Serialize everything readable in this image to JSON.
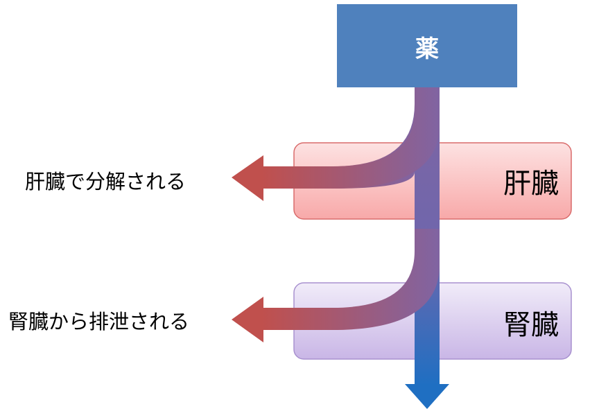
{
  "drug_box": {
    "label": "薬",
    "fill_color": "#4f81bd",
    "text_color": "#ffffff"
  },
  "organs": [
    {
      "label": "肝臓",
      "fill_top": "#fde2e2",
      "fill_bottom": "#f8a9a9",
      "stroke": "#d96b6b"
    },
    {
      "label": "腎臓",
      "fill_top": "#f1ecf9",
      "fill_bottom": "#c9b6e6",
      "stroke": "#a891cf"
    }
  ],
  "outcomes": [
    {
      "label": "肝臓で分解される"
    },
    {
      "label": "腎臓から排泄される"
    }
  ],
  "colors": {
    "main_flow_top": "#8064a2",
    "main_flow_bottom": "#1f6fc2",
    "branch_end": "#c0504d",
    "text": "#000000"
  }
}
